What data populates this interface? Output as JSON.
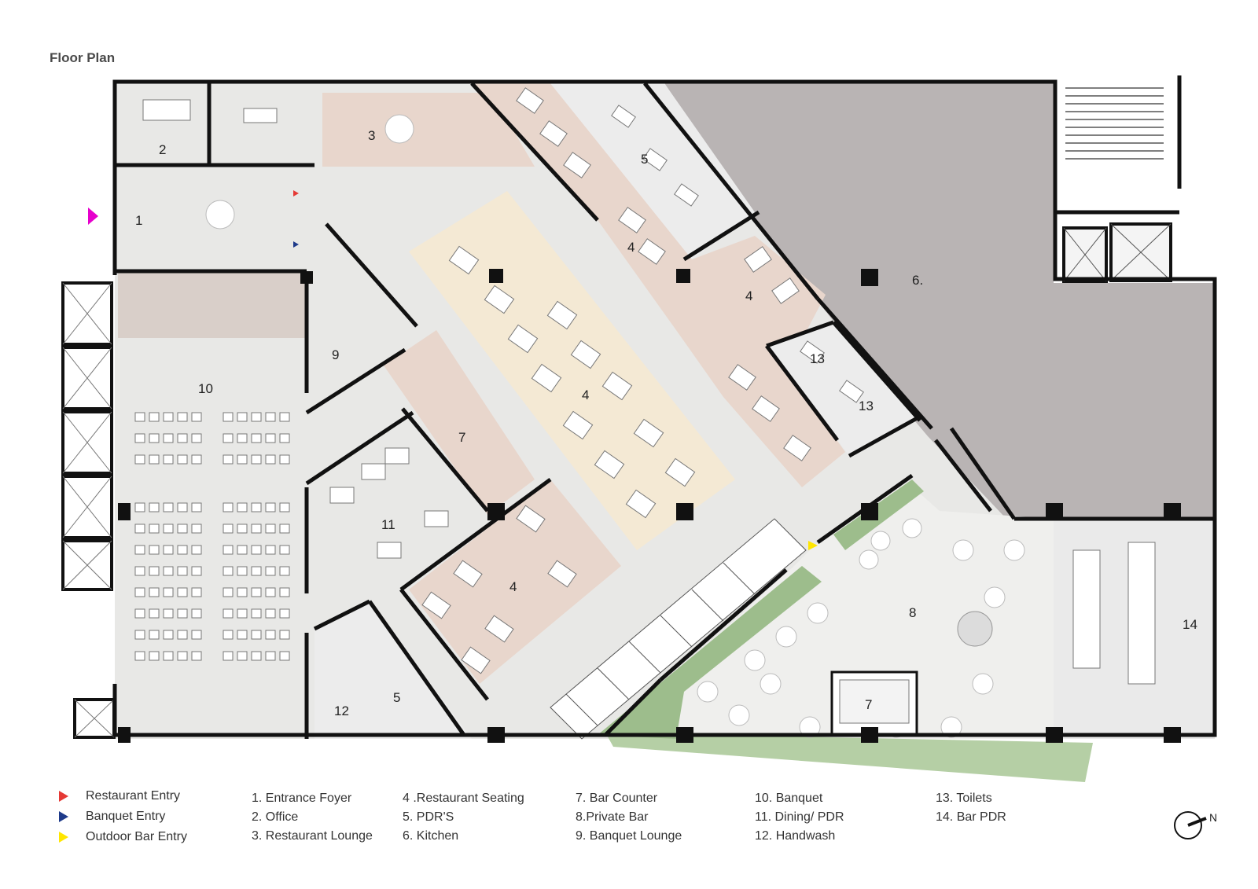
{
  "title": "Floor Plan",
  "entries": [
    {
      "label": "Restaurant Entry",
      "color": "#e53935"
    },
    {
      "label": "Banquet Entry",
      "color": "#1e3a8a"
    },
    {
      "label": "Outdoor Bar Entry",
      "color": "#ffe600"
    }
  ],
  "legend_columns": [
    [
      "1. Entrance Foyer",
      "2. Office",
      "3. Restaurant Lounge"
    ],
    [
      "4 .Restaurant Seating",
      "5. PDR'S",
      "6. Kitchen"
    ],
    [
      "7. Bar Counter",
      "8.Private Bar",
      "9. Banquet Lounge"
    ],
    [
      "10. Banquet",
      "11. Dining/ PDR",
      "12. Handwash"
    ],
    [
      "13. Toilets",
      "14. Bar PDR"
    ]
  ],
  "room_labels": {
    "foyer": "1",
    "office": "2",
    "lounge": "3",
    "seating_a": "4",
    "seating_b": "4",
    "seating_c": "4",
    "seating_d": "4",
    "pdr": "5",
    "kitchen": "6.",
    "bar_counter_a": "7",
    "bar_counter_b": "7",
    "private_bar": "8",
    "banquet_lounge": "9",
    "banquet": "10",
    "dining": "11",
    "handwash": "12",
    "toilets_a": "13",
    "toilets_b": "13",
    "toilets_c": "5",
    "bar_pdr": "14"
  },
  "north_label": "N",
  "colors": {
    "floor": "#e6e6e4",
    "kitchen": "#b8b3b3",
    "lounge_pink": "#e6d3c9",
    "seating_cream": "#f3e7d0",
    "wall": "#111111",
    "garden": "#a8c49a"
  }
}
